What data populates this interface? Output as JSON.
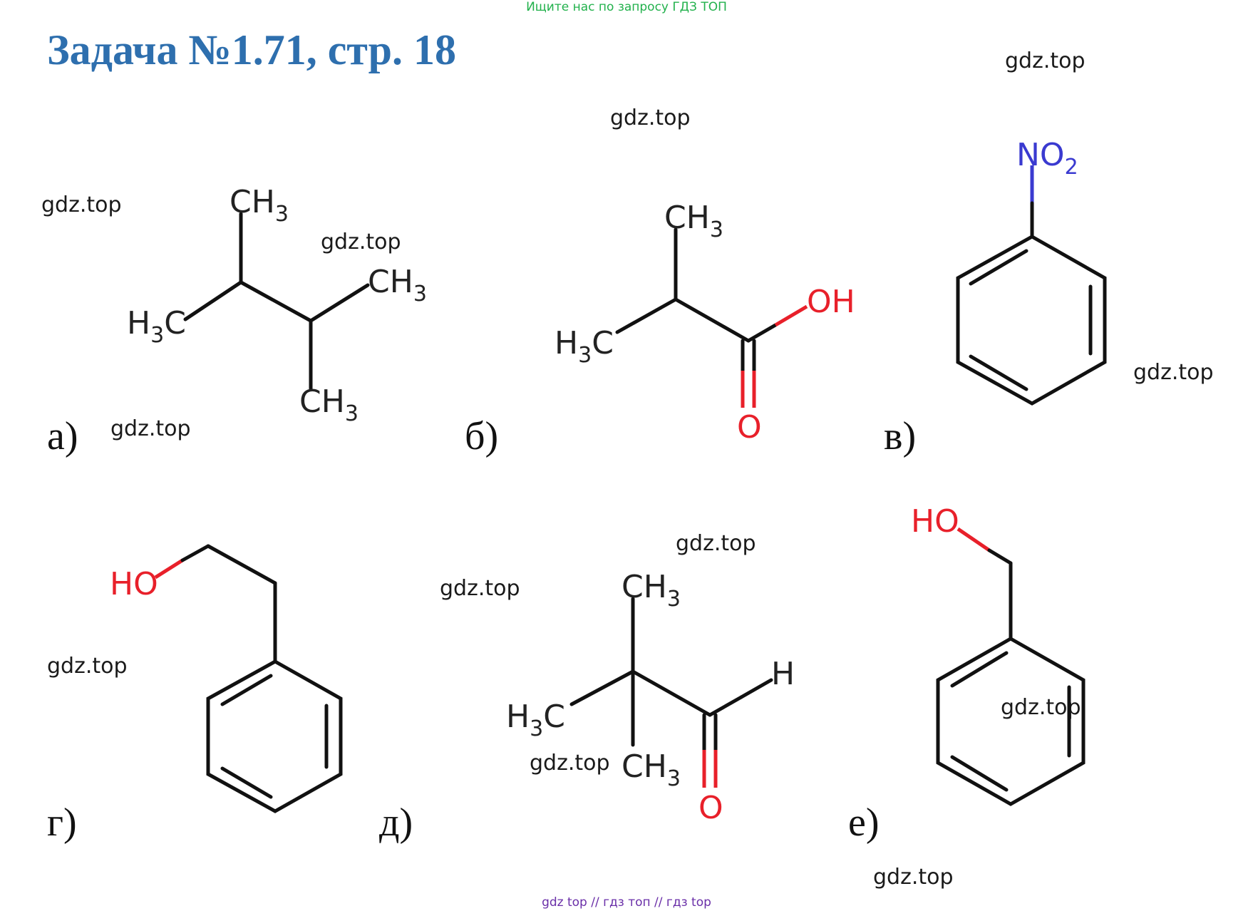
{
  "banner": "Ищите нас по запросу ГДЗ ТОП",
  "title": "Задача №1.71, стр. 18",
  "watermark_text": "gdz.top",
  "labels": {
    "a": "а)",
    "b": "б)",
    "v": "в)",
    "g": "г)",
    "d": "д)",
    "e": "е)"
  },
  "atoms": {
    "C": "C",
    "H": "H",
    "O": "O",
    "N": "N",
    "sub3": "3",
    "sub2": "2"
  },
  "colors": {
    "title": "#2e6fae",
    "banner": "#22b14c",
    "footer": "#6a2fa8",
    "oxygen": "#e8202a",
    "nitrogen": "#3a3ad0"
  },
  "footer": "gdz top  //  гдз топ  //  гдз top"
}
